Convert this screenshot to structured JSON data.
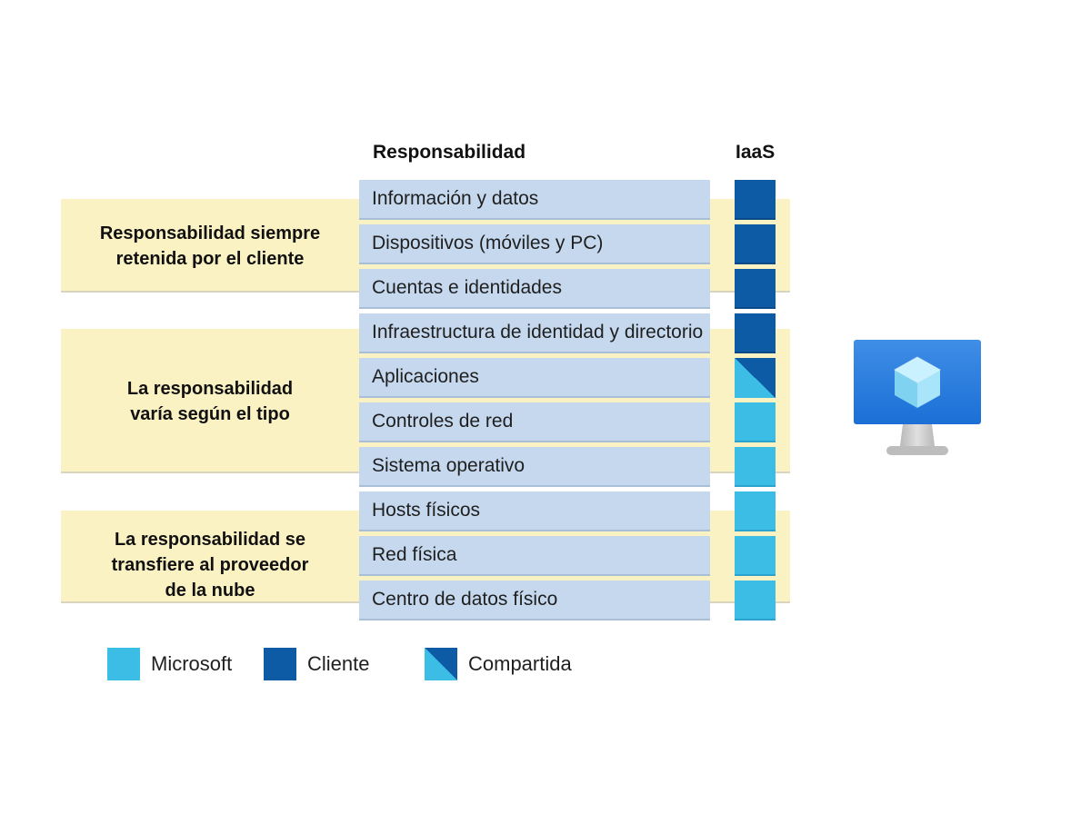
{
  "headers": {
    "responsibility": "Responsabilidad",
    "iaas": "IaaS"
  },
  "bands": [
    {
      "label": "Responsabilidad siempre\nretenida por el cliente"
    },
    {
      "label": "La responsabilidad\nvaría según el tipo"
    },
    {
      "label": "La responsabilidad se\ntransfiere al proveedor\nde la nube"
    }
  ],
  "rows": [
    {
      "label": "Información y datos",
      "owner": "cliente"
    },
    {
      "label": "Dispositivos (móviles y PC)",
      "owner": "cliente"
    },
    {
      "label": "Cuentas e identidades",
      "owner": "cliente"
    },
    {
      "label": "Infraestructura de identidad y directorio",
      "owner": "cliente"
    },
    {
      "label": "Aplicaciones",
      "owner": "compartida"
    },
    {
      "label": "Controles de red",
      "owner": "microsoft"
    },
    {
      "label": "Sistema operativo",
      "owner": "microsoft"
    },
    {
      "label": "Hosts físicos",
      "owner": "microsoft"
    },
    {
      "label": "Red física",
      "owner": "microsoft"
    },
    {
      "label": "Centro de datos físico",
      "owner": "microsoft"
    }
  ],
  "legend": [
    {
      "key": "microsoft",
      "label": "Microsoft"
    },
    {
      "key": "cliente",
      "label": "Cliente"
    },
    {
      "key": "compartida",
      "label": "Compartida"
    }
  ],
  "colors": {
    "cliente": "#0d5aa5",
    "microsoft": "#3bbde6",
    "band": "#fbf2c4",
    "row": "#c5d8ee"
  },
  "icon": "azure-virtual-machine-monitor-icon"
}
